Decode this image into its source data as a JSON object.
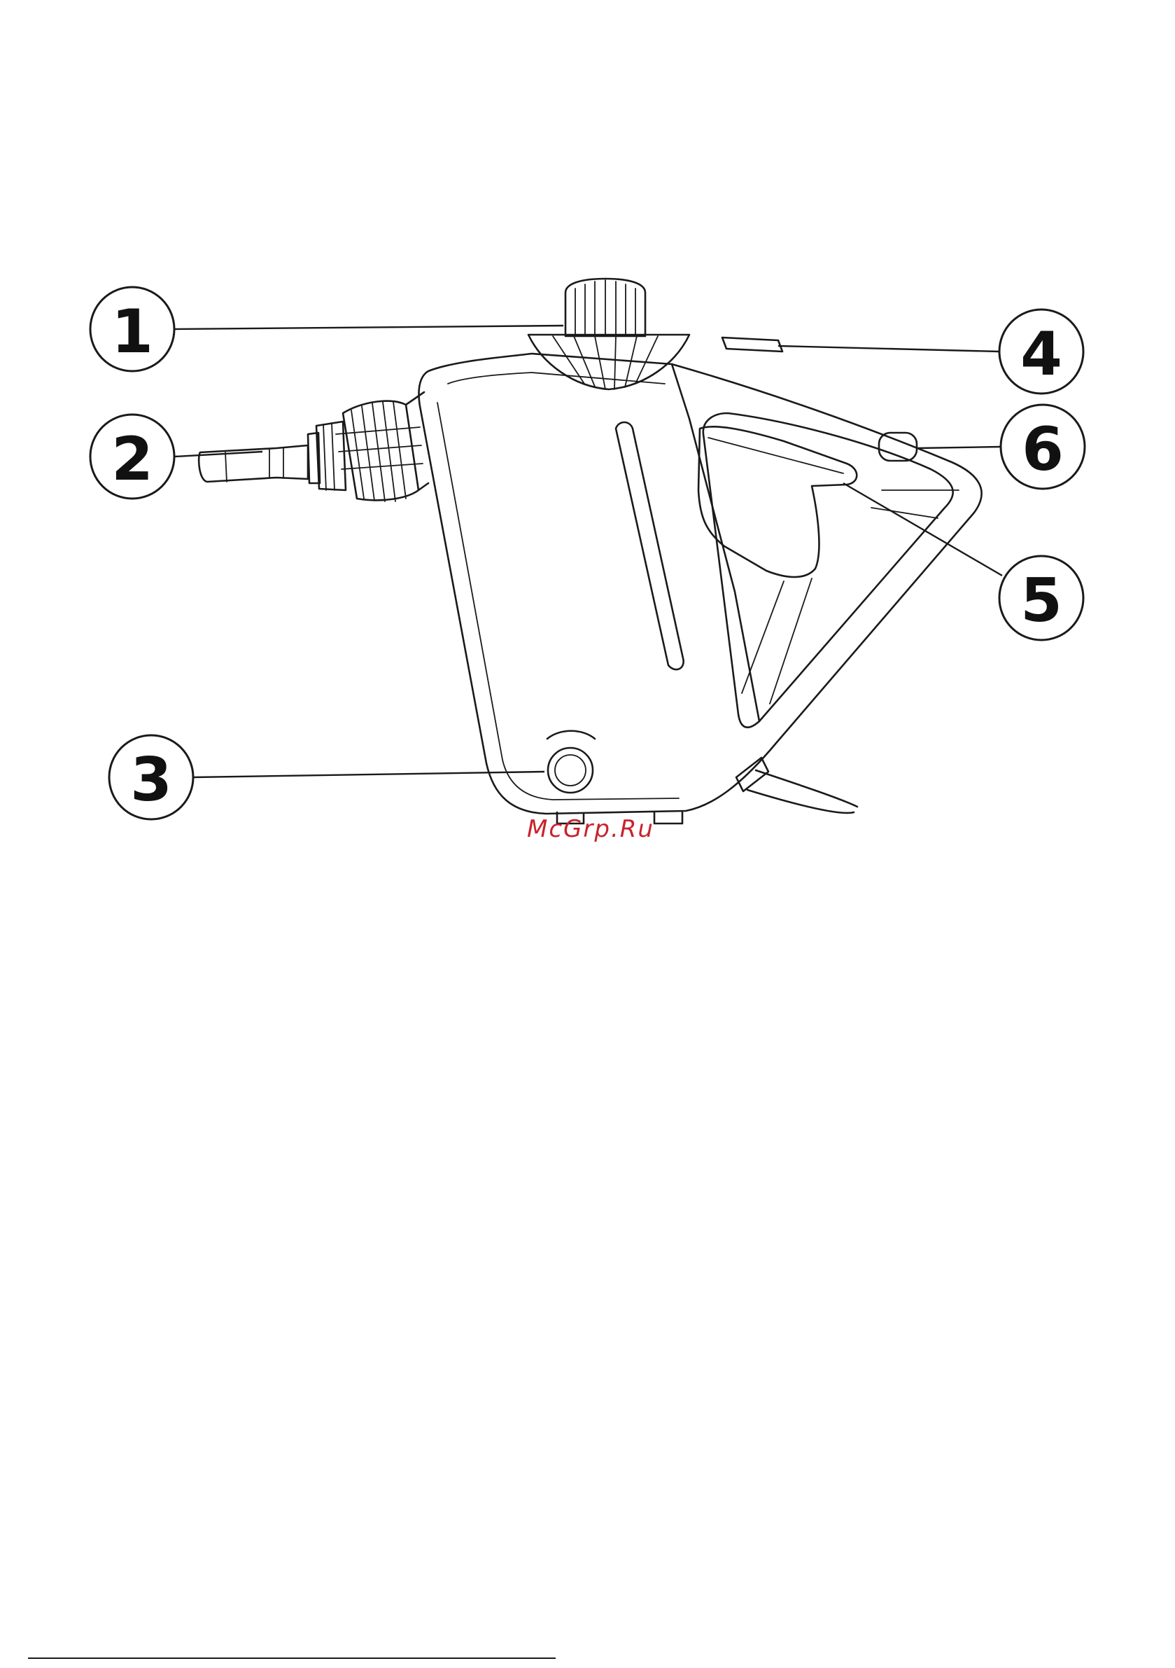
{
  "callouts": [
    {
      "number": "1",
      "part": "knob"
    },
    {
      "number": "2",
      "part": "nozzle"
    },
    {
      "number": "3",
      "part": "button"
    },
    {
      "number": "4",
      "part": "slider"
    },
    {
      "number": "5",
      "part": "trigger"
    },
    {
      "number": "6",
      "part": "handle-button"
    }
  ],
  "watermark": {
    "text": "McGrp.Ru",
    "color": "#c8232c"
  },
  "colors": {
    "line": "#1a1a1a",
    "background": "#ffffff"
  }
}
